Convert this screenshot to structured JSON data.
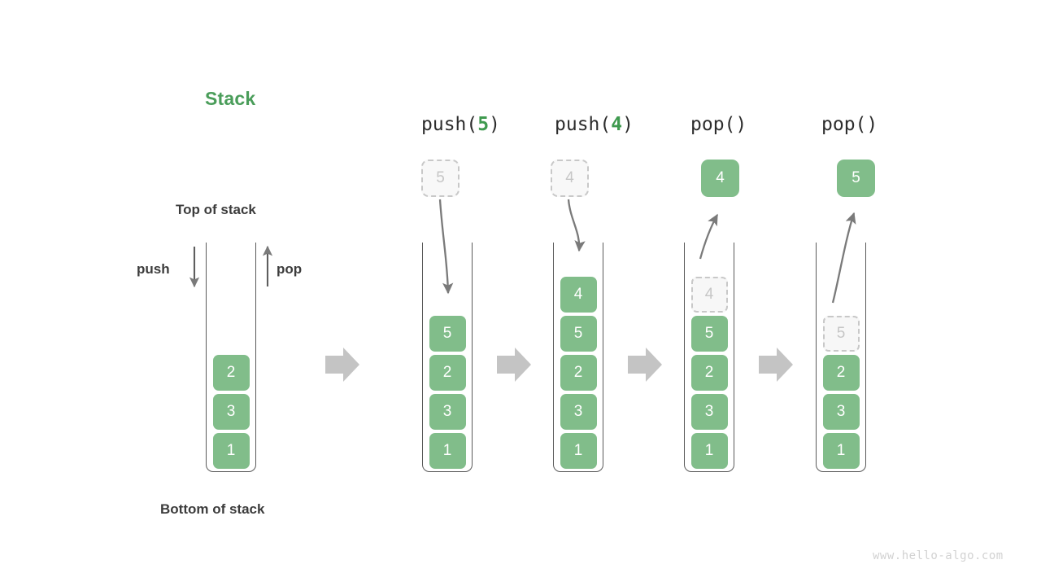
{
  "diagram": {
    "title": "Stack",
    "title_color": "#4a9d5a",
    "box_color": "#81bd8a",
    "ghost_color": "#c6c6c6",
    "arrow_color": "#7a7a7a",
    "separator_color": "#c4c4c4",
    "watermark": "www.hello-algo.com"
  },
  "labels": {
    "top_of_stack": "Top of stack",
    "bottom_of_stack": "Bottom of stack",
    "push": "push",
    "pop": "pop"
  },
  "initial_stack": {
    "cells_top_to_bottom": [
      "2",
      "3",
      "1"
    ]
  },
  "steps": [
    {
      "header_prefix": "push(",
      "header_arg": "5",
      "header_suffix": ")",
      "operation": "push",
      "floating_value": "5",
      "floating_ghost": true,
      "cells_top_to_bottom": [
        "5",
        "2",
        "3",
        "1"
      ],
      "ghost_index": -1
    },
    {
      "header_prefix": "push(",
      "header_arg": "4",
      "header_suffix": ")",
      "operation": "push",
      "floating_value": "4",
      "floating_ghost": true,
      "cells_top_to_bottom": [
        "4",
        "5",
        "2",
        "3",
        "1"
      ],
      "ghost_index": -1
    },
    {
      "header_prefix": "pop(",
      "header_arg": "",
      "header_suffix": ")",
      "operation": "pop",
      "floating_value": "4",
      "floating_ghost": false,
      "cells_top_to_bottom": [
        "4",
        "5",
        "2",
        "3",
        "1"
      ],
      "ghost_index": 0
    },
    {
      "header_prefix": "pop(",
      "header_arg": "",
      "header_suffix": ")",
      "operation": "pop",
      "floating_value": "5",
      "floating_ghost": false,
      "cells_top_to_bottom": [
        "5",
        "2",
        "3",
        "1"
      ],
      "ghost_index": 0
    }
  ]
}
